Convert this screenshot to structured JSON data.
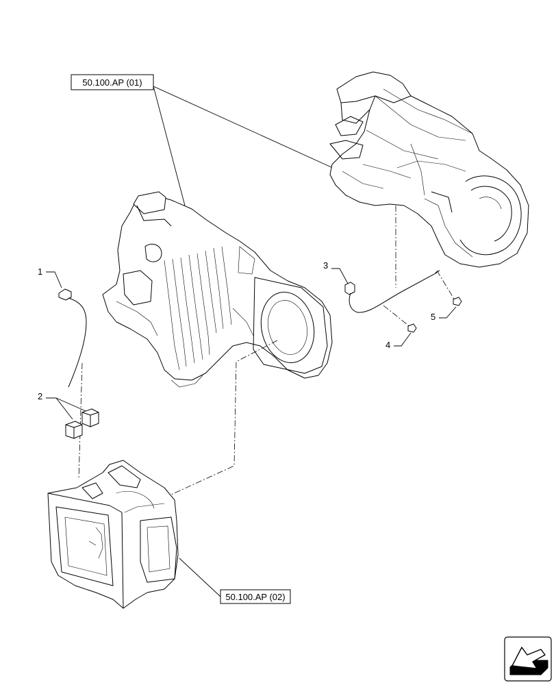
{
  "references": {
    "ref_01": "50.100.AP (01)",
    "ref_02": "50.100.AP (02)"
  },
  "callouts": {
    "item_1": "1",
    "item_2": "2",
    "item_3": "3",
    "item_4": "4",
    "item_5": "5"
  },
  "icons": {
    "nav_icon": "next-page-arrow-icon"
  }
}
